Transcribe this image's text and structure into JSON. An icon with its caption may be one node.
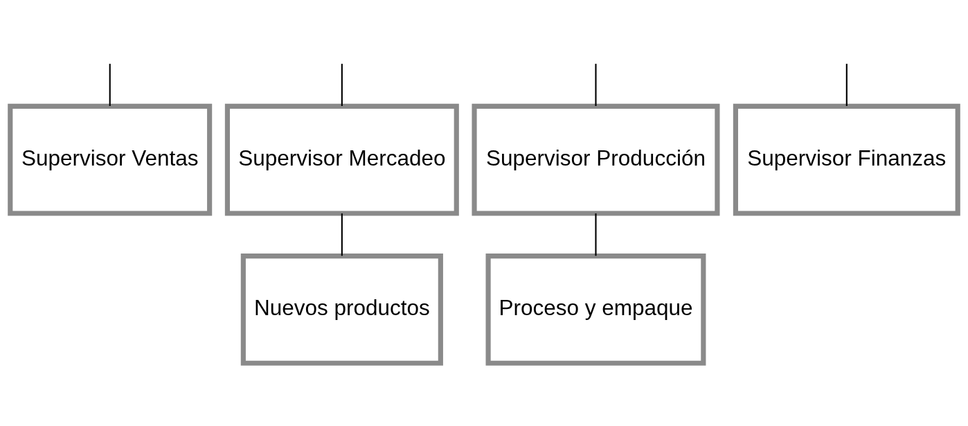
{
  "diagram": {
    "nodes": [
      {
        "text": [
          "Supervisor Ventas"
        ]
      },
      {
        "text": [
          "Supervisor Mercadeo"
        ]
      },
      {
        "text": [
          "Supervisor Producción"
        ]
      },
      {
        "text": [
          "Supervisor Finanzas"
        ]
      },
      {
        "text": [
          "Nuevos productos"
        ]
      },
      {
        "text": [
          "Proceso y empaque"
        ]
      }
    ],
    "edges": [
      {
        "from": null,
        "to": 0,
        "arrow": "none"
      },
      {
        "from": null,
        "to": 1,
        "arrow": "none"
      },
      {
        "from": null,
        "to": 2,
        "arrow": "none"
      },
      {
        "from": null,
        "to": 3,
        "arrow": "none"
      },
      {
        "from": 1,
        "to": 4,
        "arrow": "none"
      },
      {
        "from": 2,
        "to": 5,
        "arrow": "none"
      }
    ]
  }
}
